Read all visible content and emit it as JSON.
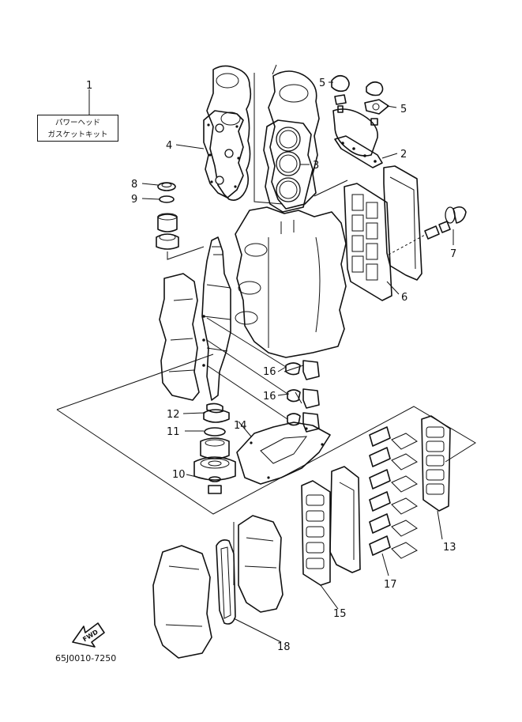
{
  "kit_label": {
    "number": "1",
    "line1": "パワーヘッド",
    "line2": "ガスケットキット"
  },
  "callouts": [
    "2",
    "3",
    "4",
    "5",
    "5",
    "6",
    "7",
    "8",
    "9",
    "10",
    "11",
    "12",
    "13",
    "14",
    "15",
    "16",
    "16",
    "17",
    "18"
  ],
  "fwd_label": "FWD",
  "diagram_code": "65J0010-7250"
}
